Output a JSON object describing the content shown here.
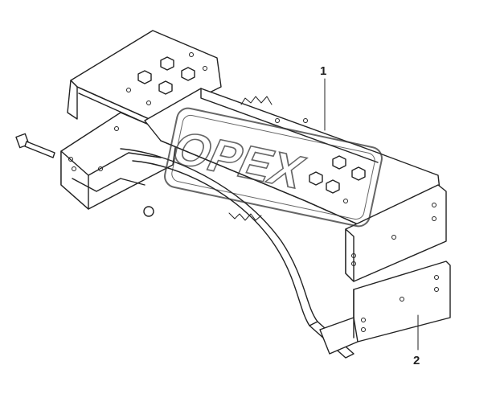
{
  "diagram": {
    "callouts": [
      {
        "id": "1",
        "label": "1"
      },
      {
        "id": "2",
        "label": "2"
      }
    ],
    "watermark": "OPEX"
  },
  "colors": {
    "line": "#222222",
    "background": "#ffffff",
    "watermark": "#333333"
  }
}
